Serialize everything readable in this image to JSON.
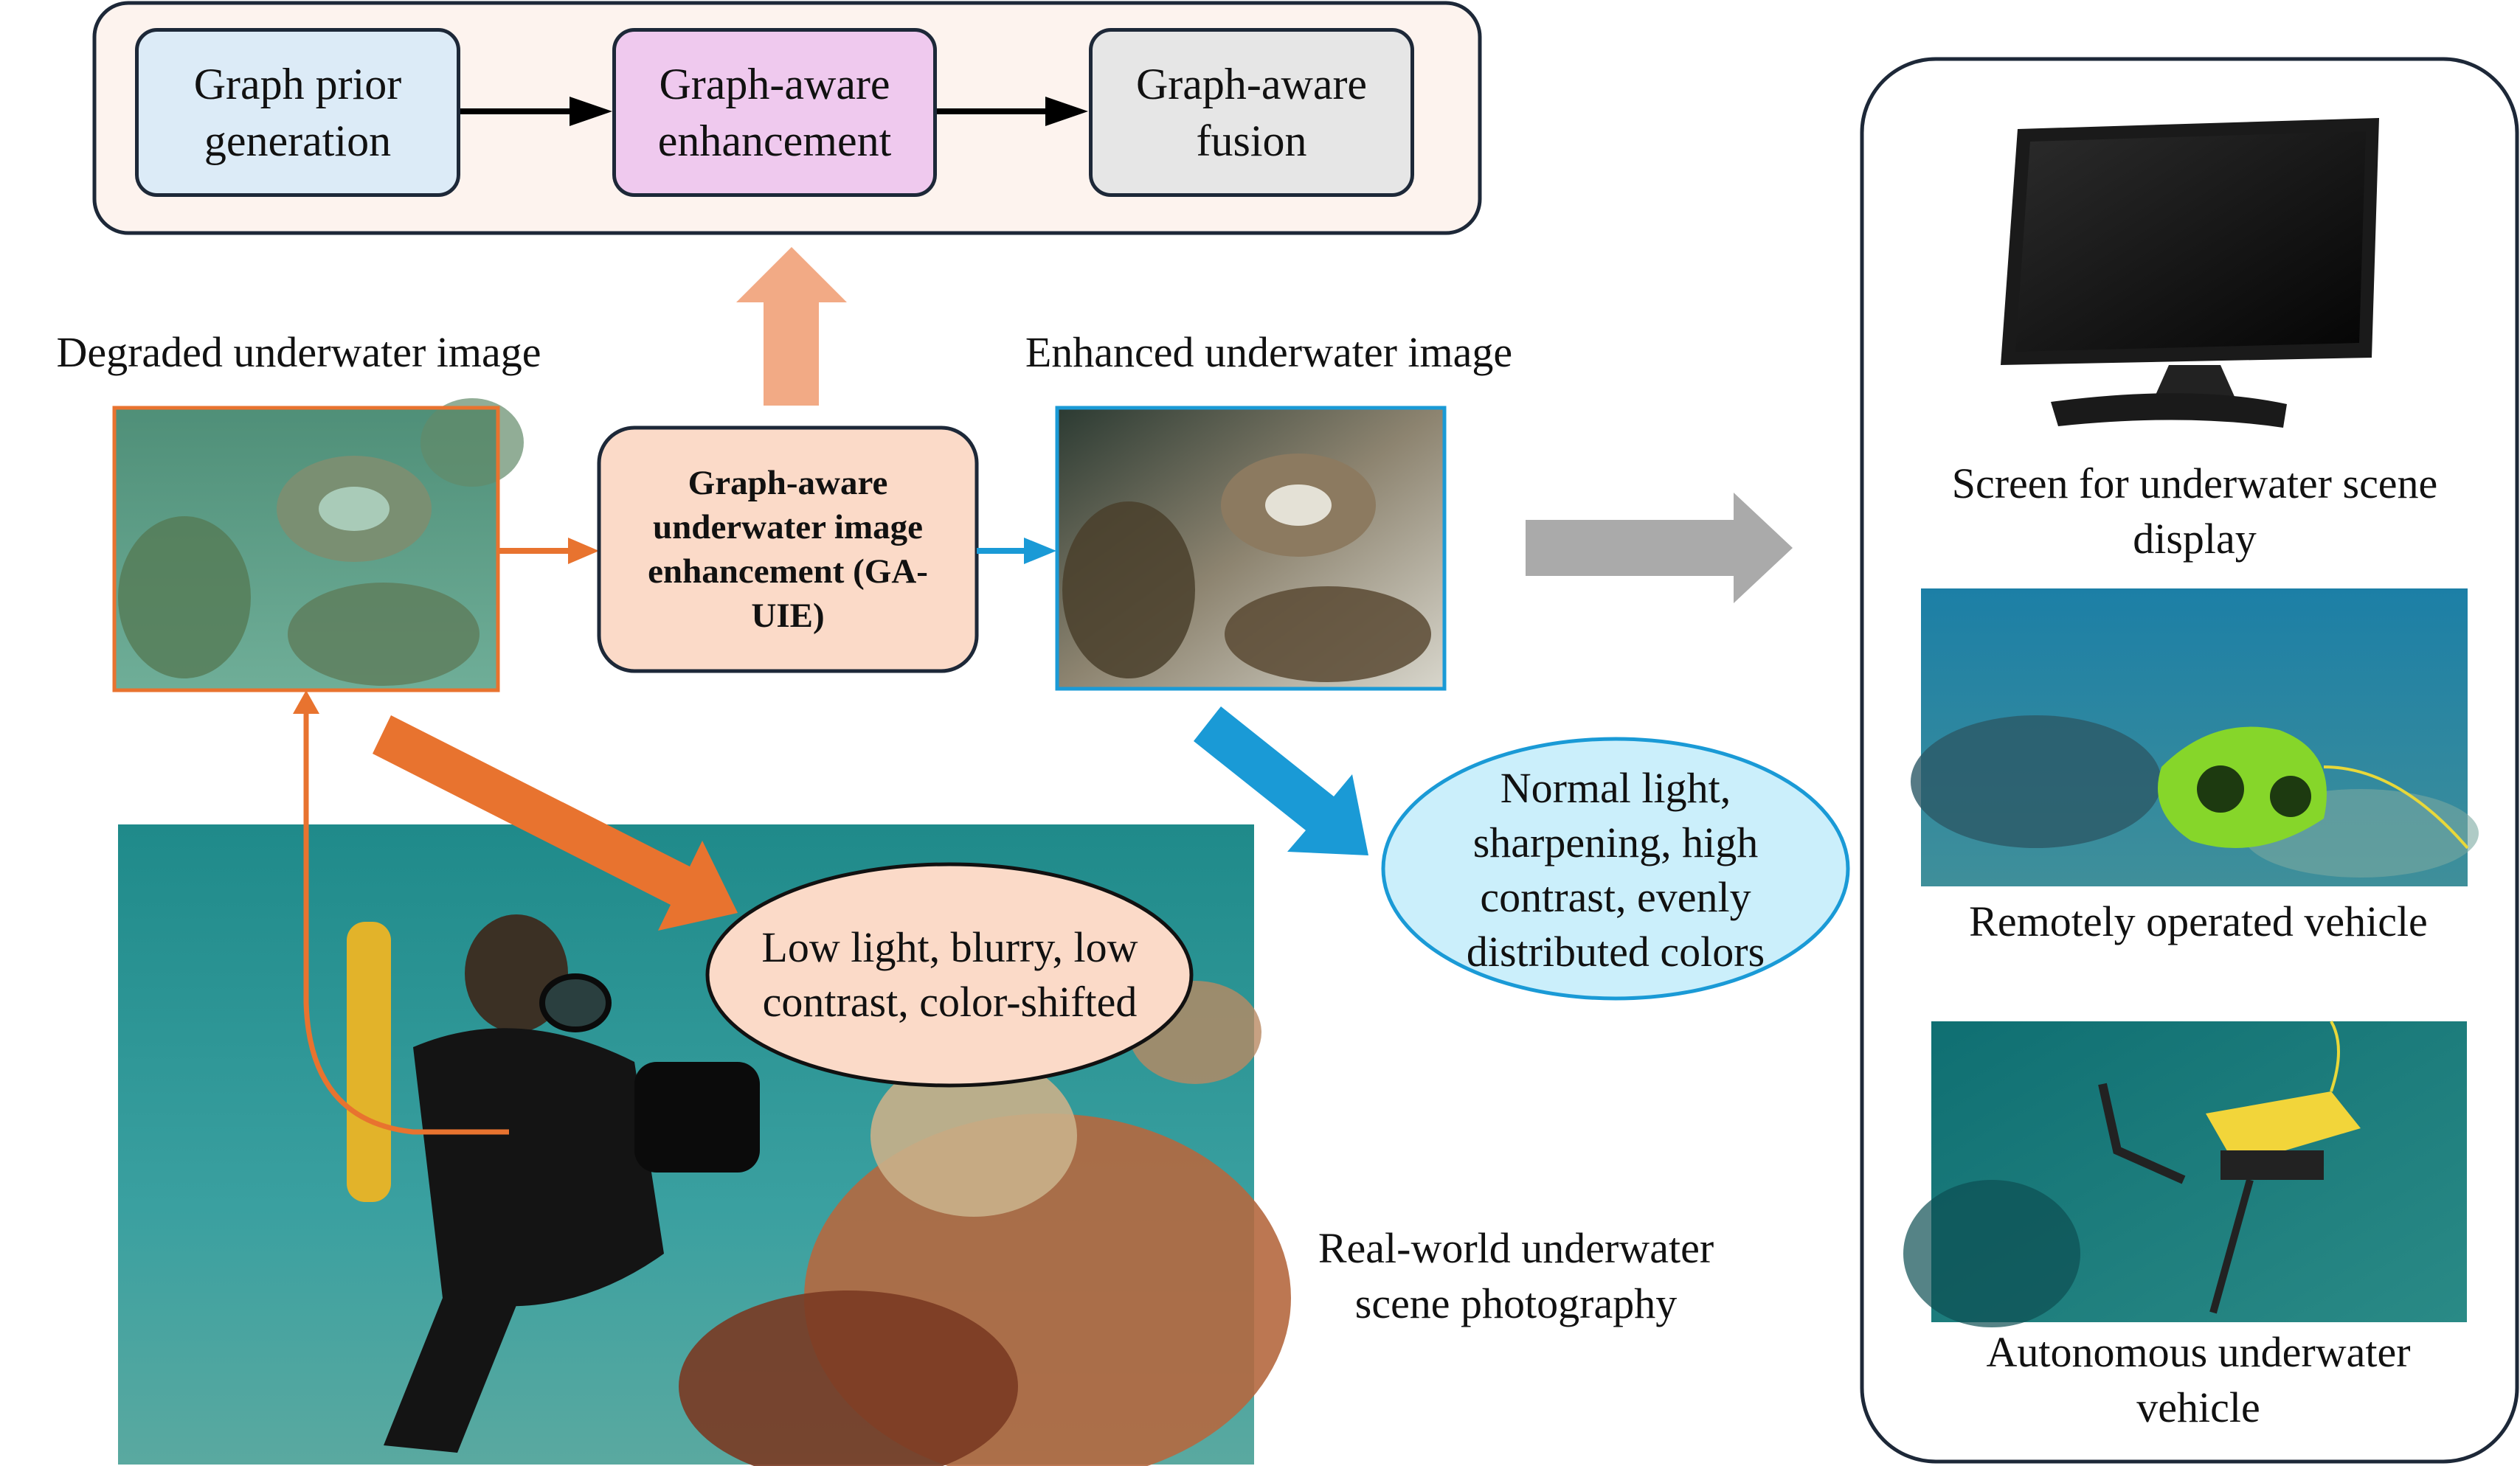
{
  "pipeline": {
    "step1": "Graph prior generation",
    "step2": "Graph-aware enhancement",
    "step3": "Graph-aware fusion"
  },
  "labels": {
    "degraded": "Degraded underwater image",
    "enhanced": "Enhanced underwater image",
    "method": "Graph-aware underwater image enhancement (GA-UIE)",
    "degraded_traits": "Low light, blurry, low contrast, color-shifted",
    "enhanced_traits": "Normal light, sharpening, high contrast, evenly distributed colors",
    "photography": "Real-world underwater scene photography"
  },
  "applications": {
    "screen": "Screen for underwater scene display",
    "rov": "Remotely operated vehicle",
    "auv": "Autonomous underwater vehicle"
  },
  "colors": {
    "orange": "#e8732f",
    "blue": "#1a9ad6",
    "gray_arrow": "#aaaaaa",
    "peach_arrow": "#f2aa85",
    "step1_fill": "#dcebf7",
    "step2_fill": "#efc9ee",
    "step3_fill": "#e6e6e6",
    "method_fill": "#fbdac8",
    "degraded_ellipse_fill": "#fbdac8",
    "enhanced_ellipse_fill": "#cbeffb"
  }
}
